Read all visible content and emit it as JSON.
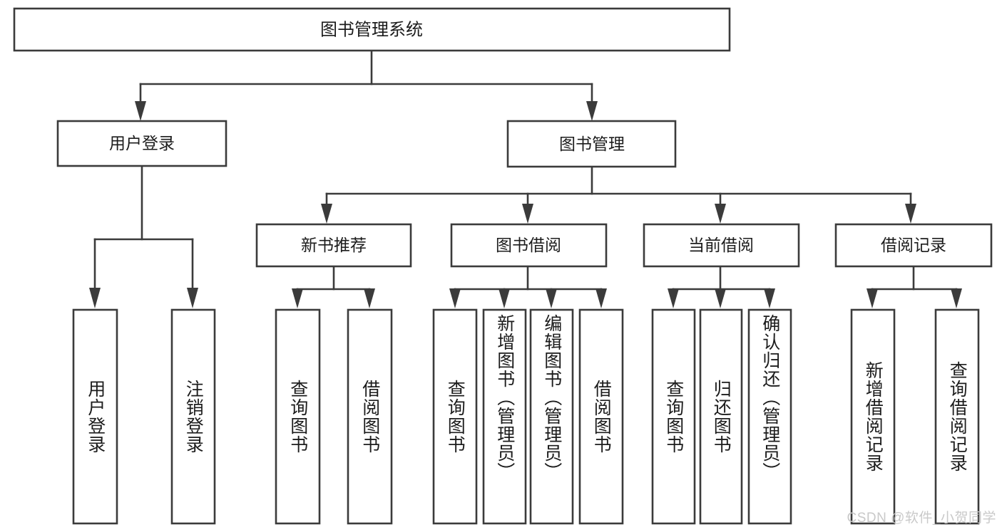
{
  "diagram": {
    "type": "tree-hierarchy",
    "orientation": "top-down",
    "title": "图书管理系统",
    "root": {
      "id": "root",
      "label": "图书管理系统"
    },
    "level2": [
      {
        "id": "user-login",
        "label": "用户登录"
      },
      {
        "id": "book-management",
        "label": "图书管理"
      }
    ],
    "level3": [
      {
        "id": "new-book-recommend",
        "label": "新书推荐",
        "parent": "book-management"
      },
      {
        "id": "book-borrow",
        "label": "图书借阅",
        "parent": "book-management"
      },
      {
        "id": "current-borrow",
        "label": "当前借阅",
        "parent": "book-management"
      },
      {
        "id": "borrow-record",
        "label": "借阅记录",
        "parent": "book-management"
      }
    ],
    "leaves": [
      {
        "id": "leaf-user-login",
        "label": "用户登录",
        "parent": "user-login"
      },
      {
        "id": "leaf-logout-login",
        "label": "注销登录",
        "parent": "user-login"
      },
      {
        "id": "leaf-query-book-1",
        "label": "查询图书",
        "parent": "new-book-recommend"
      },
      {
        "id": "leaf-borrow-book-1",
        "label": "借阅图书",
        "parent": "new-book-recommend"
      },
      {
        "id": "leaf-query-book-2",
        "label": "查询图书",
        "parent": "book-borrow"
      },
      {
        "id": "leaf-add-book",
        "label": "新增图书（管理员）",
        "parent": "book-borrow"
      },
      {
        "id": "leaf-edit-book",
        "label": "编辑图书（管理员）",
        "parent": "book-borrow"
      },
      {
        "id": "leaf-borrow-book-2",
        "label": "借阅图书",
        "parent": "book-borrow"
      },
      {
        "id": "leaf-query-book-3",
        "label": "查询图书",
        "parent": "current-borrow"
      },
      {
        "id": "leaf-return-book",
        "label": "归还图书",
        "parent": "current-borrow"
      },
      {
        "id": "leaf-confirm-return",
        "label": "确认归还（管理员）",
        "parent": "current-borrow"
      },
      {
        "id": "leaf-add-record",
        "label": "新增借阅记录",
        "parent": "borrow-record"
      },
      {
        "id": "leaf-query-record",
        "label": "查询借阅记录",
        "parent": "borrow-record"
      }
    ],
    "colors": {
      "stroke": "#3b3b3b",
      "fill": "#ffffff",
      "text": "#1c1c1c",
      "watermark": "#c9c9c9"
    }
  },
  "watermark": {
    "text": "CSDN @软件_小贺同学"
  }
}
